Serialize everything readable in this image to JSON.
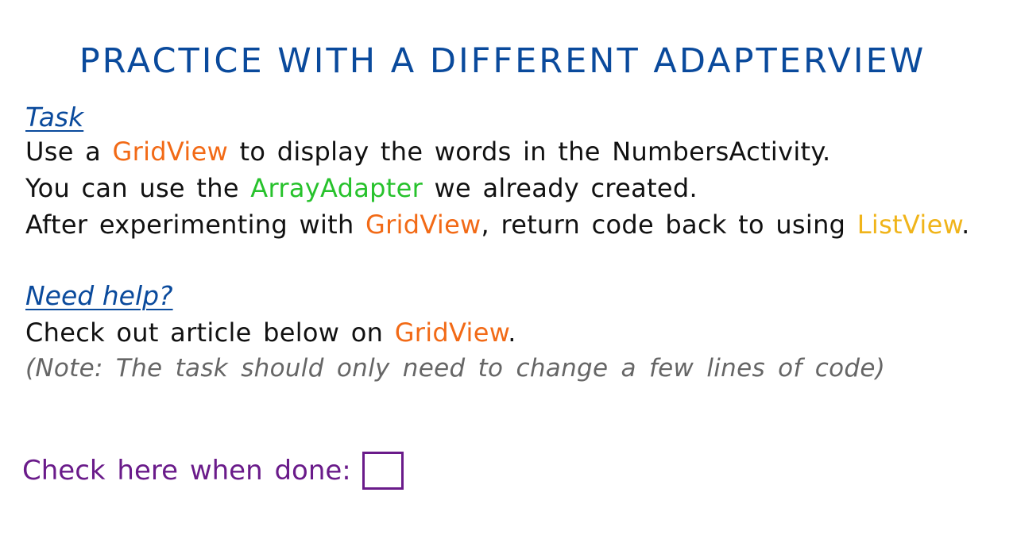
{
  "title": "PRACTICE WITH A DIFFERENT ADAPTERVIEW",
  "task": {
    "heading": "Task",
    "line1": {
      "before": "Use a ",
      "highlight": "GridView",
      "after": " to display the words in the NumbersActivity."
    },
    "line2": {
      "before": "You can use the ",
      "highlight": "ArrayAdapter",
      "after": " we already created."
    },
    "line3": {
      "before": "After experimenting with ",
      "highlight1": "GridView",
      "middle": ", return code back to using ",
      "highlight2": "ListView",
      "after": "."
    }
  },
  "help": {
    "heading": "Need help?",
    "line1": {
      "before": "Check out article below on ",
      "highlight": "GridView",
      "after": "."
    },
    "note": "(Note: The task should only need to change a few lines of code)"
  },
  "done": {
    "label": "Check here when done:",
    "checked": false
  },
  "colors": {
    "title": "#0a4a9c",
    "heading": "#0a4a9c",
    "body_text": "#111111",
    "note_text": "#666666",
    "gridview": "#f26a16",
    "arrayadapter": "#27c22c",
    "listview": "#f0b41a",
    "done_accent": "#6a1b8a"
  }
}
